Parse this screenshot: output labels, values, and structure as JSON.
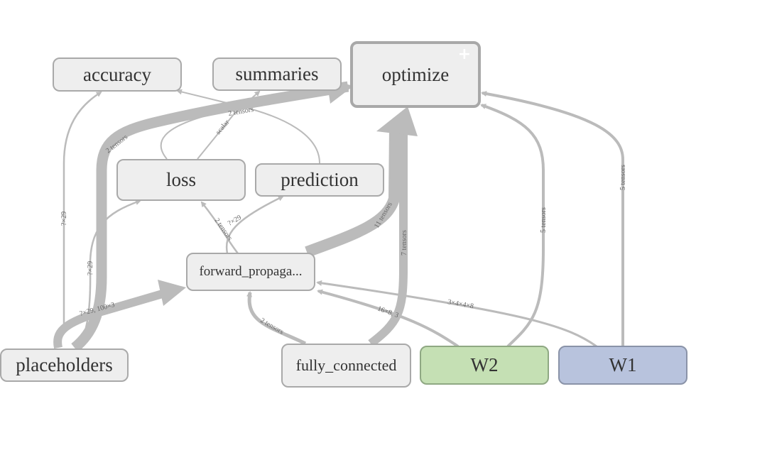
{
  "nodes": {
    "accuracy": "accuracy",
    "summaries": "summaries",
    "optimize": "optimize",
    "loss": "loss",
    "prediction": "prediction",
    "forward_propagation": "forward_propaga...",
    "placeholders": "placeholders",
    "fully_connected": "fully_connected",
    "w2": "W2",
    "w1": "W1"
  },
  "expand_symbol": "+",
  "edge_labels": {
    "placeholders_optimize": "2 tensors",
    "placeholders_accuracy": "?×29",
    "placeholders_loss": "?×29",
    "placeholders_forward": "?×29, 100×3",
    "summaries_scalar": "scalar",
    "summaries_tensors": "2 tensors",
    "forward_loss": "2 tensors",
    "forward_prediction": "?×29",
    "forward_optimize": "11 tensors",
    "fully_connected_optimize": "7 tensors",
    "fully_connected_forward": "2 tensors",
    "w2_forward": "16×8, 3",
    "w1_forward": "3×4×4×8",
    "w2_optimize": "5 tensors",
    "w1_optimize": "5 tensors"
  },
  "colors": {
    "edge": "#bbbbbb",
    "node_fill": "#eeeeee",
    "node_border": "#a9a9a9",
    "w2_fill": "#c5e0b4",
    "w1_fill": "#b8c3dd"
  }
}
